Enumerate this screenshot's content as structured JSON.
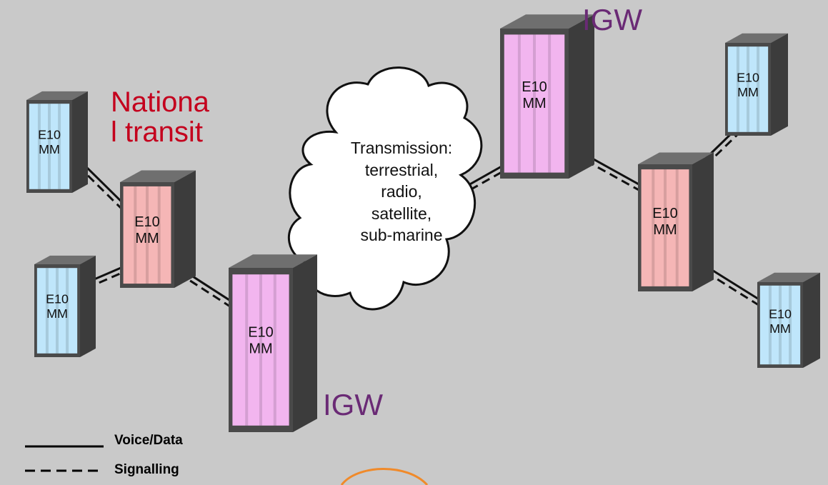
{
  "labels": {
    "national_transit": "Nationa\nl transit",
    "igw_top": "IGW",
    "igw_bottom": "IGW",
    "cloud": "Transmission:\nterrestrial,\nradio,\nsatellite,\nsub-marine"
  },
  "node_label": "E10\nMM",
  "legend": {
    "voice": "Voice/Data",
    "signalling": "Signalling"
  },
  "colors": {
    "background": "#c9c9c9",
    "local_exchange": "#bfe6fb",
    "transit_exchange": "#f5b6b6",
    "gateway_exchange": "#f2b5ef",
    "cabinet_frame": "#4a4a4a",
    "national_transit_text": "#c4001d",
    "igw_text": "#6a2a75",
    "accent_arc": "#f08a2a"
  },
  "nodes": [
    {
      "id": "local-1",
      "type": "local"
    },
    {
      "id": "local-2",
      "type": "local"
    },
    {
      "id": "transit-left",
      "type": "transit"
    },
    {
      "id": "igw-bottom",
      "type": "gateway"
    },
    {
      "id": "igw-top",
      "type": "gateway"
    },
    {
      "id": "transit-right",
      "type": "transit"
    },
    {
      "id": "local-3",
      "type": "local"
    },
    {
      "id": "local-4",
      "type": "local"
    }
  ]
}
